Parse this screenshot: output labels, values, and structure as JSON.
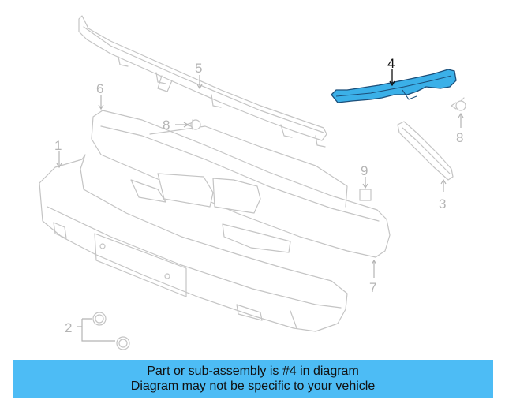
{
  "callouts": {
    "p1": "1",
    "p2": "2",
    "p3": "3",
    "p4": "4",
    "p5": "5",
    "p6": "6",
    "p7": "7",
    "p8a": "8",
    "p8b": "8",
    "p9": "9"
  },
  "highlight_part": "4",
  "colors": {
    "highlight_fill": "#3bb0e8",
    "highlight_outline": "#1c4f7a",
    "banner": "#4dbcf5",
    "line_art": "#c4c4c4"
  },
  "banner": {
    "line1": "Part or sub-assembly is #4 in diagram",
    "line2": "Diagram may not be specific to your vehicle"
  }
}
